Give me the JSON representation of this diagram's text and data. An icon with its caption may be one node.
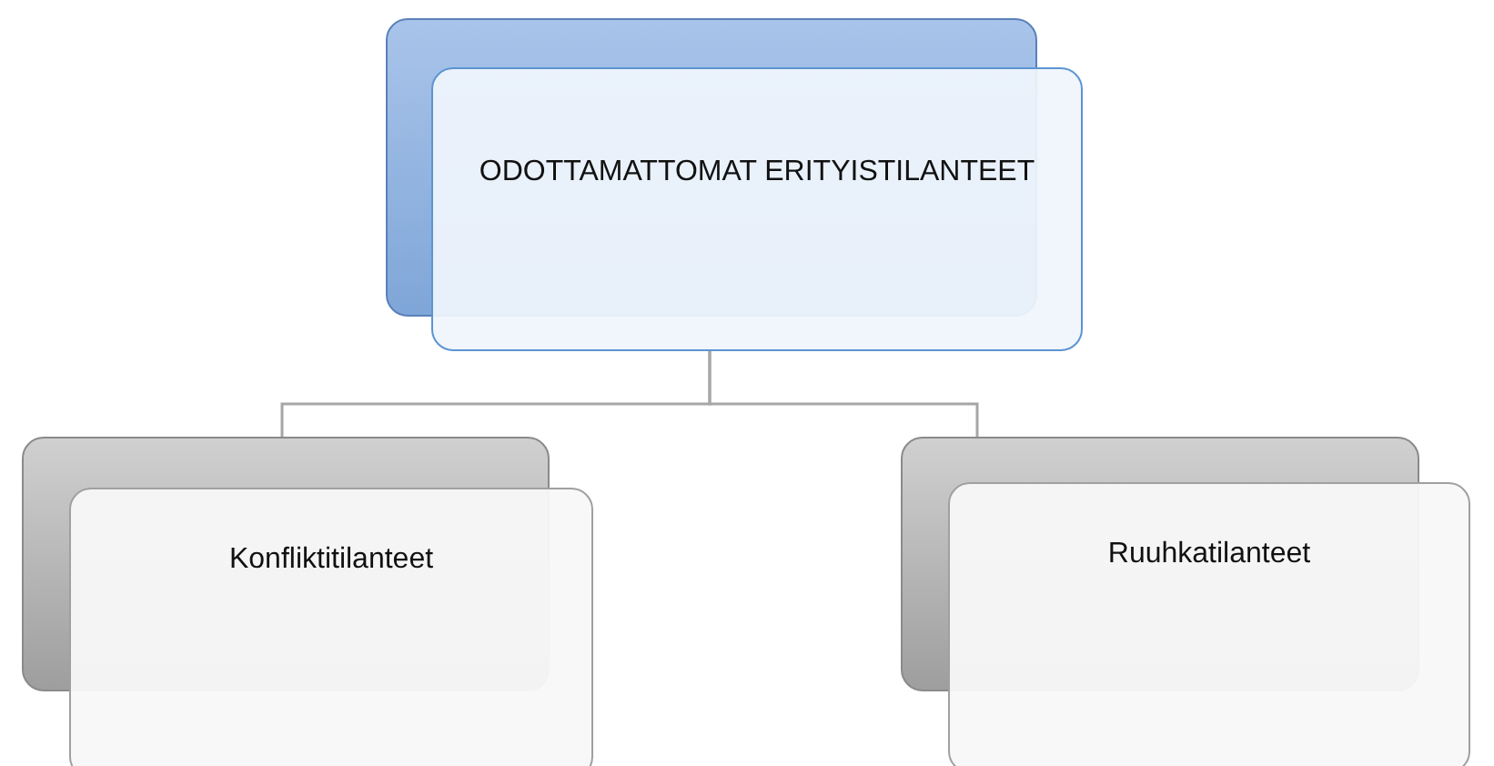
{
  "diagram": {
    "nodes": [
      {
        "text": [
          "ODOTTAMATTOMAT ERITYISTILANTEET"
        ]
      },
      {
        "text": [
          "Konfliktitilanteet"
        ]
      },
      {
        "text": [
          "Ruuhkatilanteet"
        ]
      }
    ],
    "edges": [
      {
        "from": 0,
        "to": 1,
        "arrow": "none"
      },
      {
        "from": 0,
        "to": 2,
        "arrow": "none"
      }
    ]
  }
}
